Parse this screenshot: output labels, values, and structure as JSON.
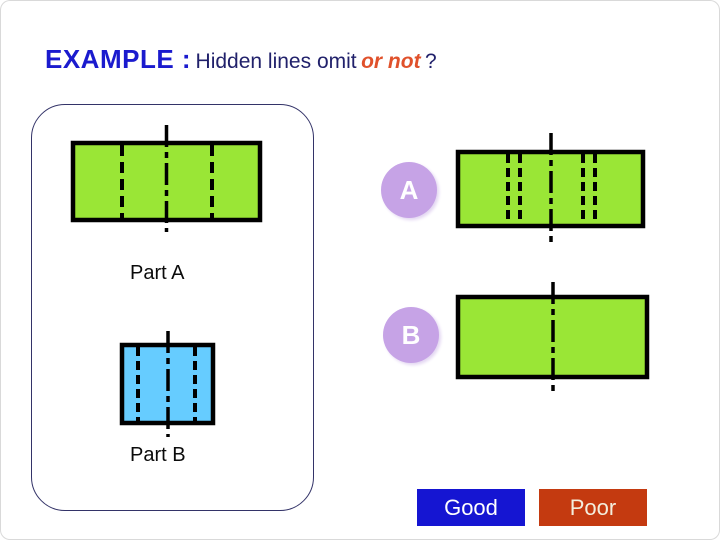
{
  "title": {
    "example": "EXAMPLE :",
    "middle": "Hidden lines omit",
    "emphasis": "or not",
    "question": "?"
  },
  "labels": {
    "part_a": "Part A",
    "part_b": "Part B"
  },
  "badges": {
    "a": "A",
    "b": "B"
  },
  "buttons": {
    "good": "Good",
    "poor": "Poor"
  },
  "colors": {
    "green": "#9AE636",
    "blue": "#66CCFF",
    "badge_purple": "#C6A3E6",
    "good_blue": "#1515D2",
    "poor_red": "#C43A10",
    "title_blue": "#1B1BCE",
    "title_navy": "#21216B",
    "title_orange": "#E0512B",
    "panel_border": "#333368",
    "line_black": "#000000"
  }
}
